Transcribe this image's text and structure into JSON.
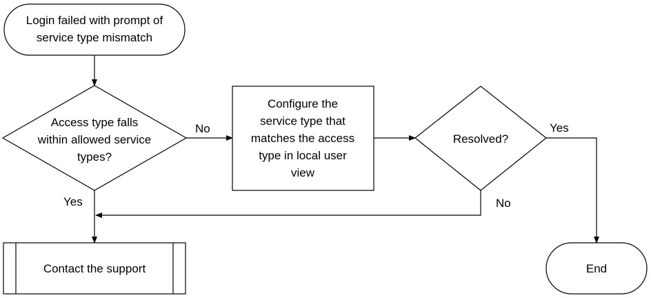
{
  "nodes": {
    "start": {
      "lines": [
        "Login failed with prompt of",
        "service type mismatch"
      ]
    },
    "decision_access": {
      "lines": [
        "Access type falls",
        "within allowed service",
        "types?"
      ]
    },
    "configure": {
      "lines": [
        "Configure the",
        "service type that",
        "matches the access",
        "type in local user",
        "view"
      ]
    },
    "decision_resolved": {
      "lines": [
        "Resolved?"
      ]
    },
    "support": {
      "lines": [
        "Contact the support"
      ]
    },
    "end": {
      "lines": [
        "End"
      ]
    }
  },
  "edges": {
    "access_no": "No",
    "access_yes": "Yes",
    "resolved_yes": "Yes",
    "resolved_no": "No"
  }
}
